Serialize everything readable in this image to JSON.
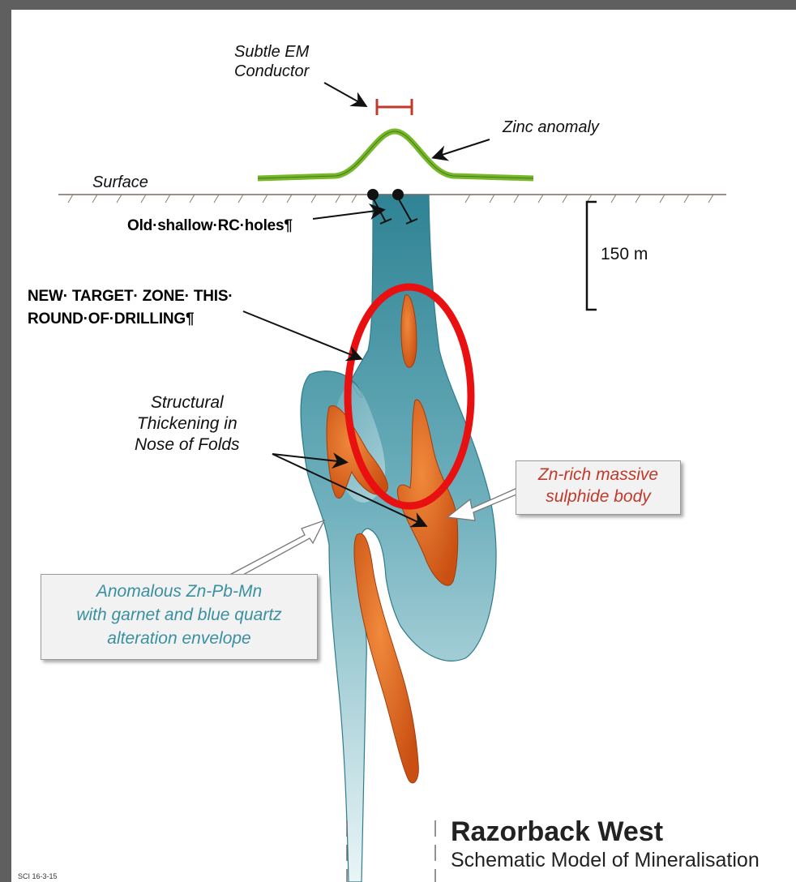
{
  "labels": {
    "em_conductor": [
      "Subtle EM",
      "Conductor"
    ],
    "zinc_anomaly": "Zinc anomaly",
    "surface": "Surface",
    "old_holes": "Old·shallow·RC·holes¶",
    "scale": "150 m",
    "new_target": [
      "NEW·  TARGET·  ZONE·  THIS·",
      "ROUND·OF·DRILLING¶"
    ],
    "structural": [
      "Structural",
      "Thickening in",
      "Nose of Folds"
    ],
    "zn_rich": [
      "Zn-rich massive",
      "sulphide body"
    ],
    "anomalous": [
      "Anomalous Zn-Pb-Mn",
      "with garnet and blue quartz",
      "alteration envelope"
    ],
    "title": "Razorback West",
    "subtitle": "Schematic Model of Mineralisation",
    "ref": "SCI 16-3-15"
  },
  "colors": {
    "teal": "#3f8fa0",
    "teal_light": "#bfe0e6",
    "orange": "#e0661f",
    "red_ellipse": "#e81010",
    "green_anomaly": "#77b82a",
    "em_red": "#c0392b",
    "callout_red_text": "#c0392b",
    "callout_teal_text": "#3a8fa0"
  }
}
